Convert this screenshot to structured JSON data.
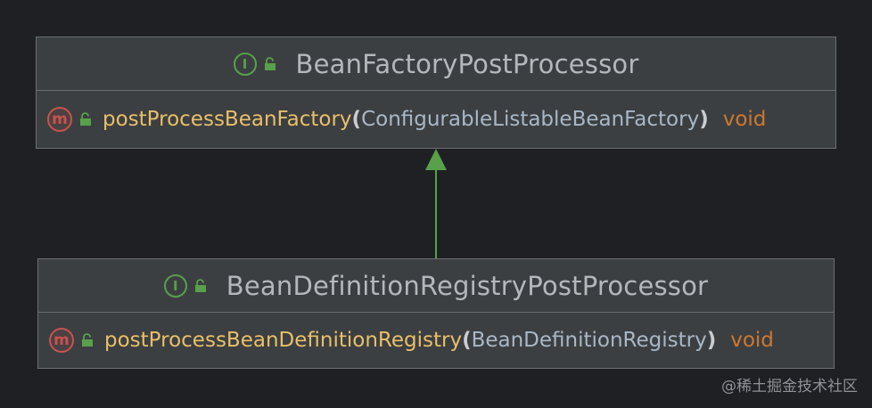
{
  "diagram": {
    "classes": [
      {
        "stereotype_icon": "interface-icon",
        "stereotype_letter": "I",
        "visibility_icon": "public-lock-icon",
        "name": "BeanFactoryPostProcessor",
        "method": {
          "kind_icon": "method-icon",
          "kind_letter": "m",
          "name": "postProcessBeanFactory",
          "open_paren": "(",
          "param": "ConfigurableListableBeanFactory",
          "close_paren": ")",
          "return_type": "void"
        }
      },
      {
        "stereotype_icon": "interface-icon",
        "stereotype_letter": "I",
        "visibility_icon": "public-lock-icon",
        "name": "BeanDefinitionRegistryPostProcessor",
        "method": {
          "kind_icon": "method-icon",
          "kind_letter": "m",
          "name": "postProcessBeanDefinitionRegistry",
          "open_paren": "(",
          "param": "BeanDefinitionRegistry",
          "close_paren": ")",
          "return_type": "void"
        }
      }
    ],
    "relation": {
      "type": "extends",
      "from": "BeanDefinitionRegistryPostProcessor",
      "to": "BeanFactoryPostProcessor",
      "color": "#58a04a"
    }
  },
  "watermark": "@稀土掘金技术社区",
  "colors": {
    "background": "#1f2023",
    "box": "#3c3f41",
    "border": "#6b6e70",
    "method_name": "#e8bf6a",
    "return_type": "#cc7832",
    "interface_icon": "#58a04a",
    "method_icon": "#c7534e"
  }
}
